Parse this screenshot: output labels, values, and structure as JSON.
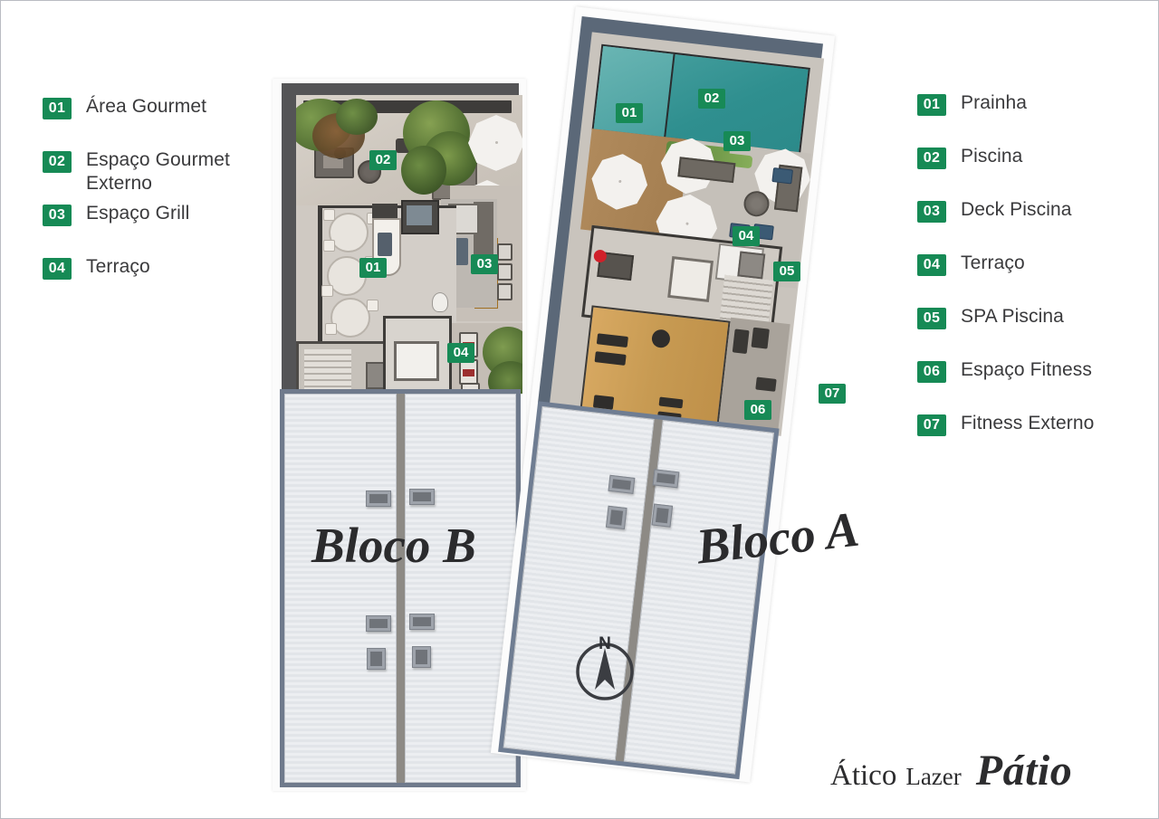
{
  "document": {
    "title_prefix": "Ático",
    "title_middle": "Lazer",
    "title_main": "Pátio"
  },
  "theme": {
    "badge_green": "#168a55",
    "text_dark": "#3a3a3c",
    "pool_teal": "#2f8f8f",
    "prainha_teal": "#49a0a0",
    "deck_wood": "#a57f51",
    "fitness_wood": "#c79a52",
    "roof_gray": "#e6e9ed",
    "frame_blue_gray": "#6f7d92"
  },
  "compass": {
    "north_label": "N",
    "icon": "compass-north-icon"
  },
  "legend_left": {
    "block": "Bloco B",
    "items": [
      {
        "number": "01",
        "label": "Área Gourmet"
      },
      {
        "number": "02",
        "label": "Espaço Gourmet\nExterno"
      },
      {
        "number": "03",
        "label": "Espaço Grill"
      },
      {
        "number": "04",
        "label": "Terraço"
      }
    ]
  },
  "legend_right": {
    "block": "Bloco A",
    "items": [
      {
        "number": "01",
        "label": "Prainha"
      },
      {
        "number": "02",
        "label": "Piscina"
      },
      {
        "number": "03",
        "label": "Deck Piscina"
      },
      {
        "number": "04",
        "label": "Terraço"
      },
      {
        "number": "05",
        "label": "SPA Piscina"
      },
      {
        "number": "06",
        "label": "Espaço Fitness"
      },
      {
        "number": "07",
        "label": "Fitness Externo"
      }
    ]
  },
  "plans": [
    {
      "name": "Bloco B",
      "label": "Bloco B",
      "markers": [
        {
          "number": "02",
          "area": "Espaço Gourmet Externo"
        },
        {
          "number": "01",
          "area": "Área Gourmet"
        },
        {
          "number": "03",
          "area": "Espaço Grill"
        },
        {
          "number": "04",
          "area": "Terraço"
        }
      ]
    },
    {
      "name": "Bloco A",
      "label": "Bloco A",
      "markers": [
        {
          "number": "01",
          "area": "Prainha"
        },
        {
          "number": "02",
          "area": "Piscina"
        },
        {
          "number": "03",
          "area": "Deck Piscina"
        },
        {
          "number": "04",
          "area": "Terraço"
        },
        {
          "number": "05",
          "area": "SPA Piscina"
        },
        {
          "number": "06",
          "area": "Espaço Fitness"
        },
        {
          "number": "07",
          "area": "Fitness Externo"
        }
      ]
    }
  ]
}
